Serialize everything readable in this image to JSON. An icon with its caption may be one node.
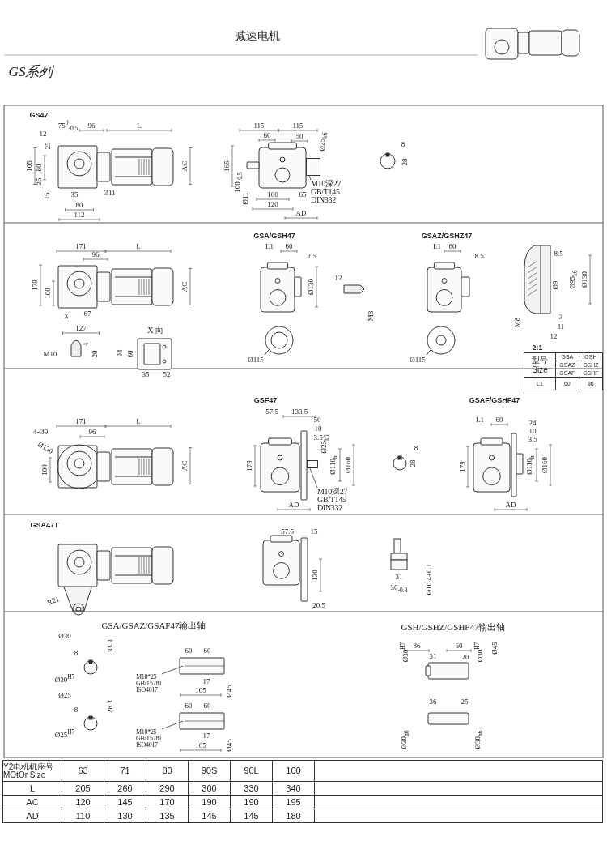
{
  "diagram": {
    "title": "减速电机",
    "nodes": [
      {
        "text": [
          "M10深27 GB/T145 DIN332"
        ]
      },
      {
        "text": [
          "M10深27 GB/T145 DIN332"
        ]
      },
      {
        "text": [
          "M10*25 GB/T5781 ISO4017"
        ]
      },
      {
        "text": [
          "M10*25 GB/T5781 ISO4017"
        ]
      },
      {
        "text": [],
        "shape": "box"
      },
      {
        "text": [],
        "shape": "box"
      }
    ],
    "edges": [
      {
        "from": 0,
        "to": 4,
        "arrow": "none"
      },
      {
        "from": 1,
        "to": 5,
        "arrow": "none"
      },
      {
        "from": 2,
        "to": null,
        "arrow": "none"
      },
      {
        "from": 3,
        "to": null,
        "arrow": "none"
      }
    ],
    "labels": [
      "GS系列",
      "GS47",
      "75$^{0}$$_{-0.5}$",
      "96",
      "L",
      "12",
      "25",
      "105",
      "80",
      "35",
      "15",
      "35",
      "Ø11",
      "80",
      "112",
      "AC",
      "115",
      "115",
      "60",
      "50",
      "Ø25$_{k6}$",
      "165",
      "100$_{-0.5}$",
      "Ø11",
      "100",
      "65",
      "120",
      "AD",
      "8",
      "28",
      "171",
      "96",
      "L",
      "179",
      "100",
      "AC",
      "X",
      "67",
      "127",
      "X 向",
      "M10",
      "4",
      "20",
      "94",
      "60",
      "35",
      "52",
      "GSA/GSH47",
      "L1",
      "60",
      "2.5",
      "Ø130",
      "12",
      "M8",
      "Ø115",
      "GSAZ/GSHZ47",
      "L1",
      "60",
      "8.5",
      "Ø115",
      "8.5",
      "Ø9",
      "Ø95$_{k6}$",
      "Ø130",
      "M8",
      "3",
      "11",
      "12",
      "2:1",
      "型号 Size",
      "GSA",
      "GSH",
      "GSAZ",
      "GSHZ",
      "GSAF",
      "GSHF",
      "L1",
      "60",
      "86",
      "171",
      "L",
      "4-Ø9",
      "96",
      "Ø130",
      "100",
      "AC",
      "GSF47",
      "57.5",
      "133.5",
      "50",
      "10",
      "3.5",
      "Ø25$_{k6}$",
      "179",
      "Ø110$_{h}$",
      "Ø160",
      "AD",
      "8",
      "28",
      "GSAF/GSHF47",
      "L1",
      "60",
      "24",
      "10",
      "3.5",
      "179",
      "Ø110$_{h}$",
      "Ø160",
      "AD",
      "GSA47T",
      "R21",
      "57.5",
      "15",
      "130",
      "20.5",
      "31",
      "36$_{-0.3}$",
      "Ø10.4±0.1",
      "GSA/GSAZ/GSAF47输出轴",
      "Ø30",
      "8",
      "33.3",
      "Ø30$^{H7}$",
      "Ø25",
      "8",
      "28.3",
      "Ø25$^{H7}$",
      "60",
      "60",
      "17",
      "105",
      "Ø45",
      "60",
      "60",
      "17",
      "105",
      "Ø45",
      "GSH/GSHZ/GSHF47输出轴",
      "Ø30$^{H7}$",
      "86",
      "60",
      "Ø30$^{H7}$",
      "Ø45",
      "31",
      "20",
      "36",
      "25",
      "Ø30$_{h6}$",
      "Ø30$_{h6}$",
      "Y2电机机座号 MOtOr Size",
      "63",
      "71",
      "80",
      "90S",
      "90L",
      "100",
      "L",
      "205",
      "260",
      "290",
      "300",
      "330",
      "340",
      "AC",
      "120",
      "145",
      "170",
      "190",
      "190",
      "195",
      "AD",
      "110",
      "130",
      "135",
      "145",
      "145",
      "180"
    ]
  }
}
